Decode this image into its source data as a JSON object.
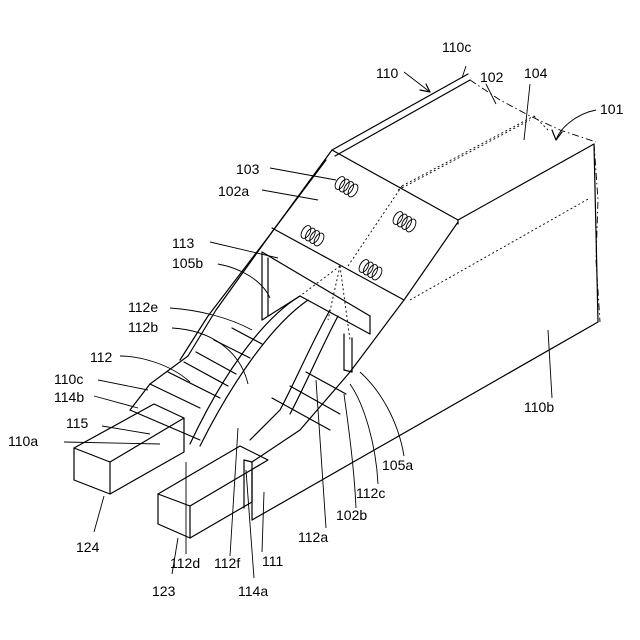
{
  "labels": {
    "l110c_top": "110c",
    "l110": "110",
    "l102": "102",
    "l104": "104",
    "l101": "101",
    "l103": "103",
    "l102a": "102a",
    "l113": "113",
    "l105b": "105b",
    "l112e": "112e",
    "l112b": "112b",
    "l112": "112",
    "l110c_left": "110c",
    "l114b": "114b",
    "l115": "115",
    "l110a": "110a",
    "l110b": "110b",
    "l105a": "105a",
    "l112c": "112c",
    "l102b": "102b",
    "l112a": "112a",
    "l124": "124",
    "l123": "123",
    "l112d": "112d",
    "l112f": "112f",
    "l111": "111",
    "l114a": "114a"
  }
}
